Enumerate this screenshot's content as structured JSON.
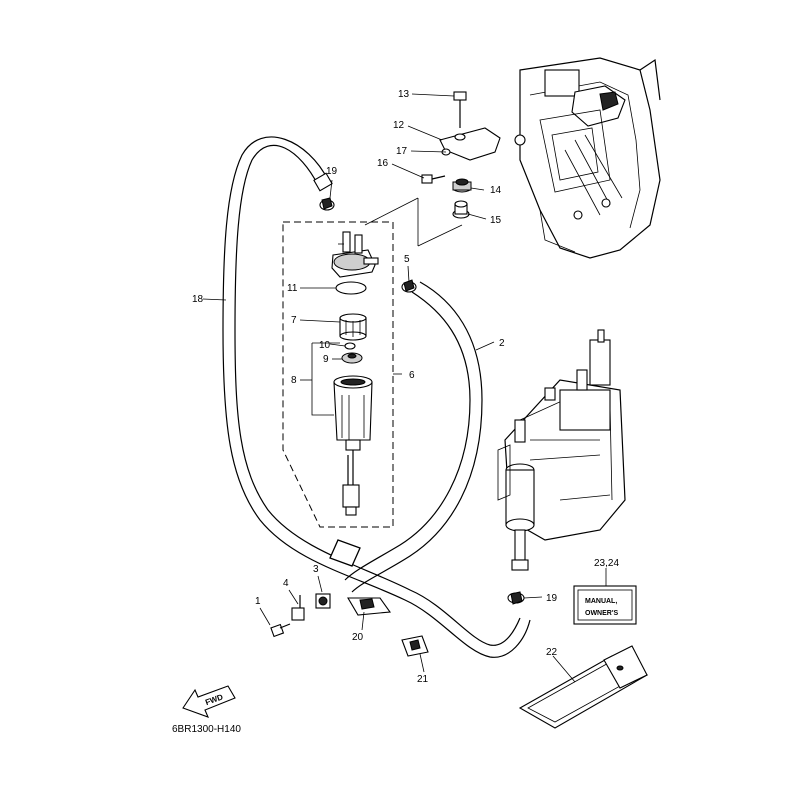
{
  "labels": {
    "l1": "1",
    "l2": "2",
    "l3": "3",
    "l4": "4",
    "l5": "5",
    "l6": "6",
    "l7": "7",
    "l8": "8",
    "l9": "9",
    "l10": "10",
    "l11": "11",
    "l12": "12",
    "l13": "13",
    "l14": "14",
    "l15": "15",
    "l16": "16",
    "l17": "17",
    "l18": "18",
    "l19a": "19",
    "l19b": "19",
    "l20": "20",
    "l21": "21",
    "l22": "22",
    "l2324": "23,24"
  },
  "manual_card": {
    "line1": "MANUAL,",
    "line2": "OWNER'S"
  },
  "fwd_arrow": {
    "text": "FWD"
  },
  "diagram_code": "6BR1300-H140",
  "colors": {
    "line": "#000000",
    "background": "#ffffff",
    "shade": "#cfcfcf"
  }
}
